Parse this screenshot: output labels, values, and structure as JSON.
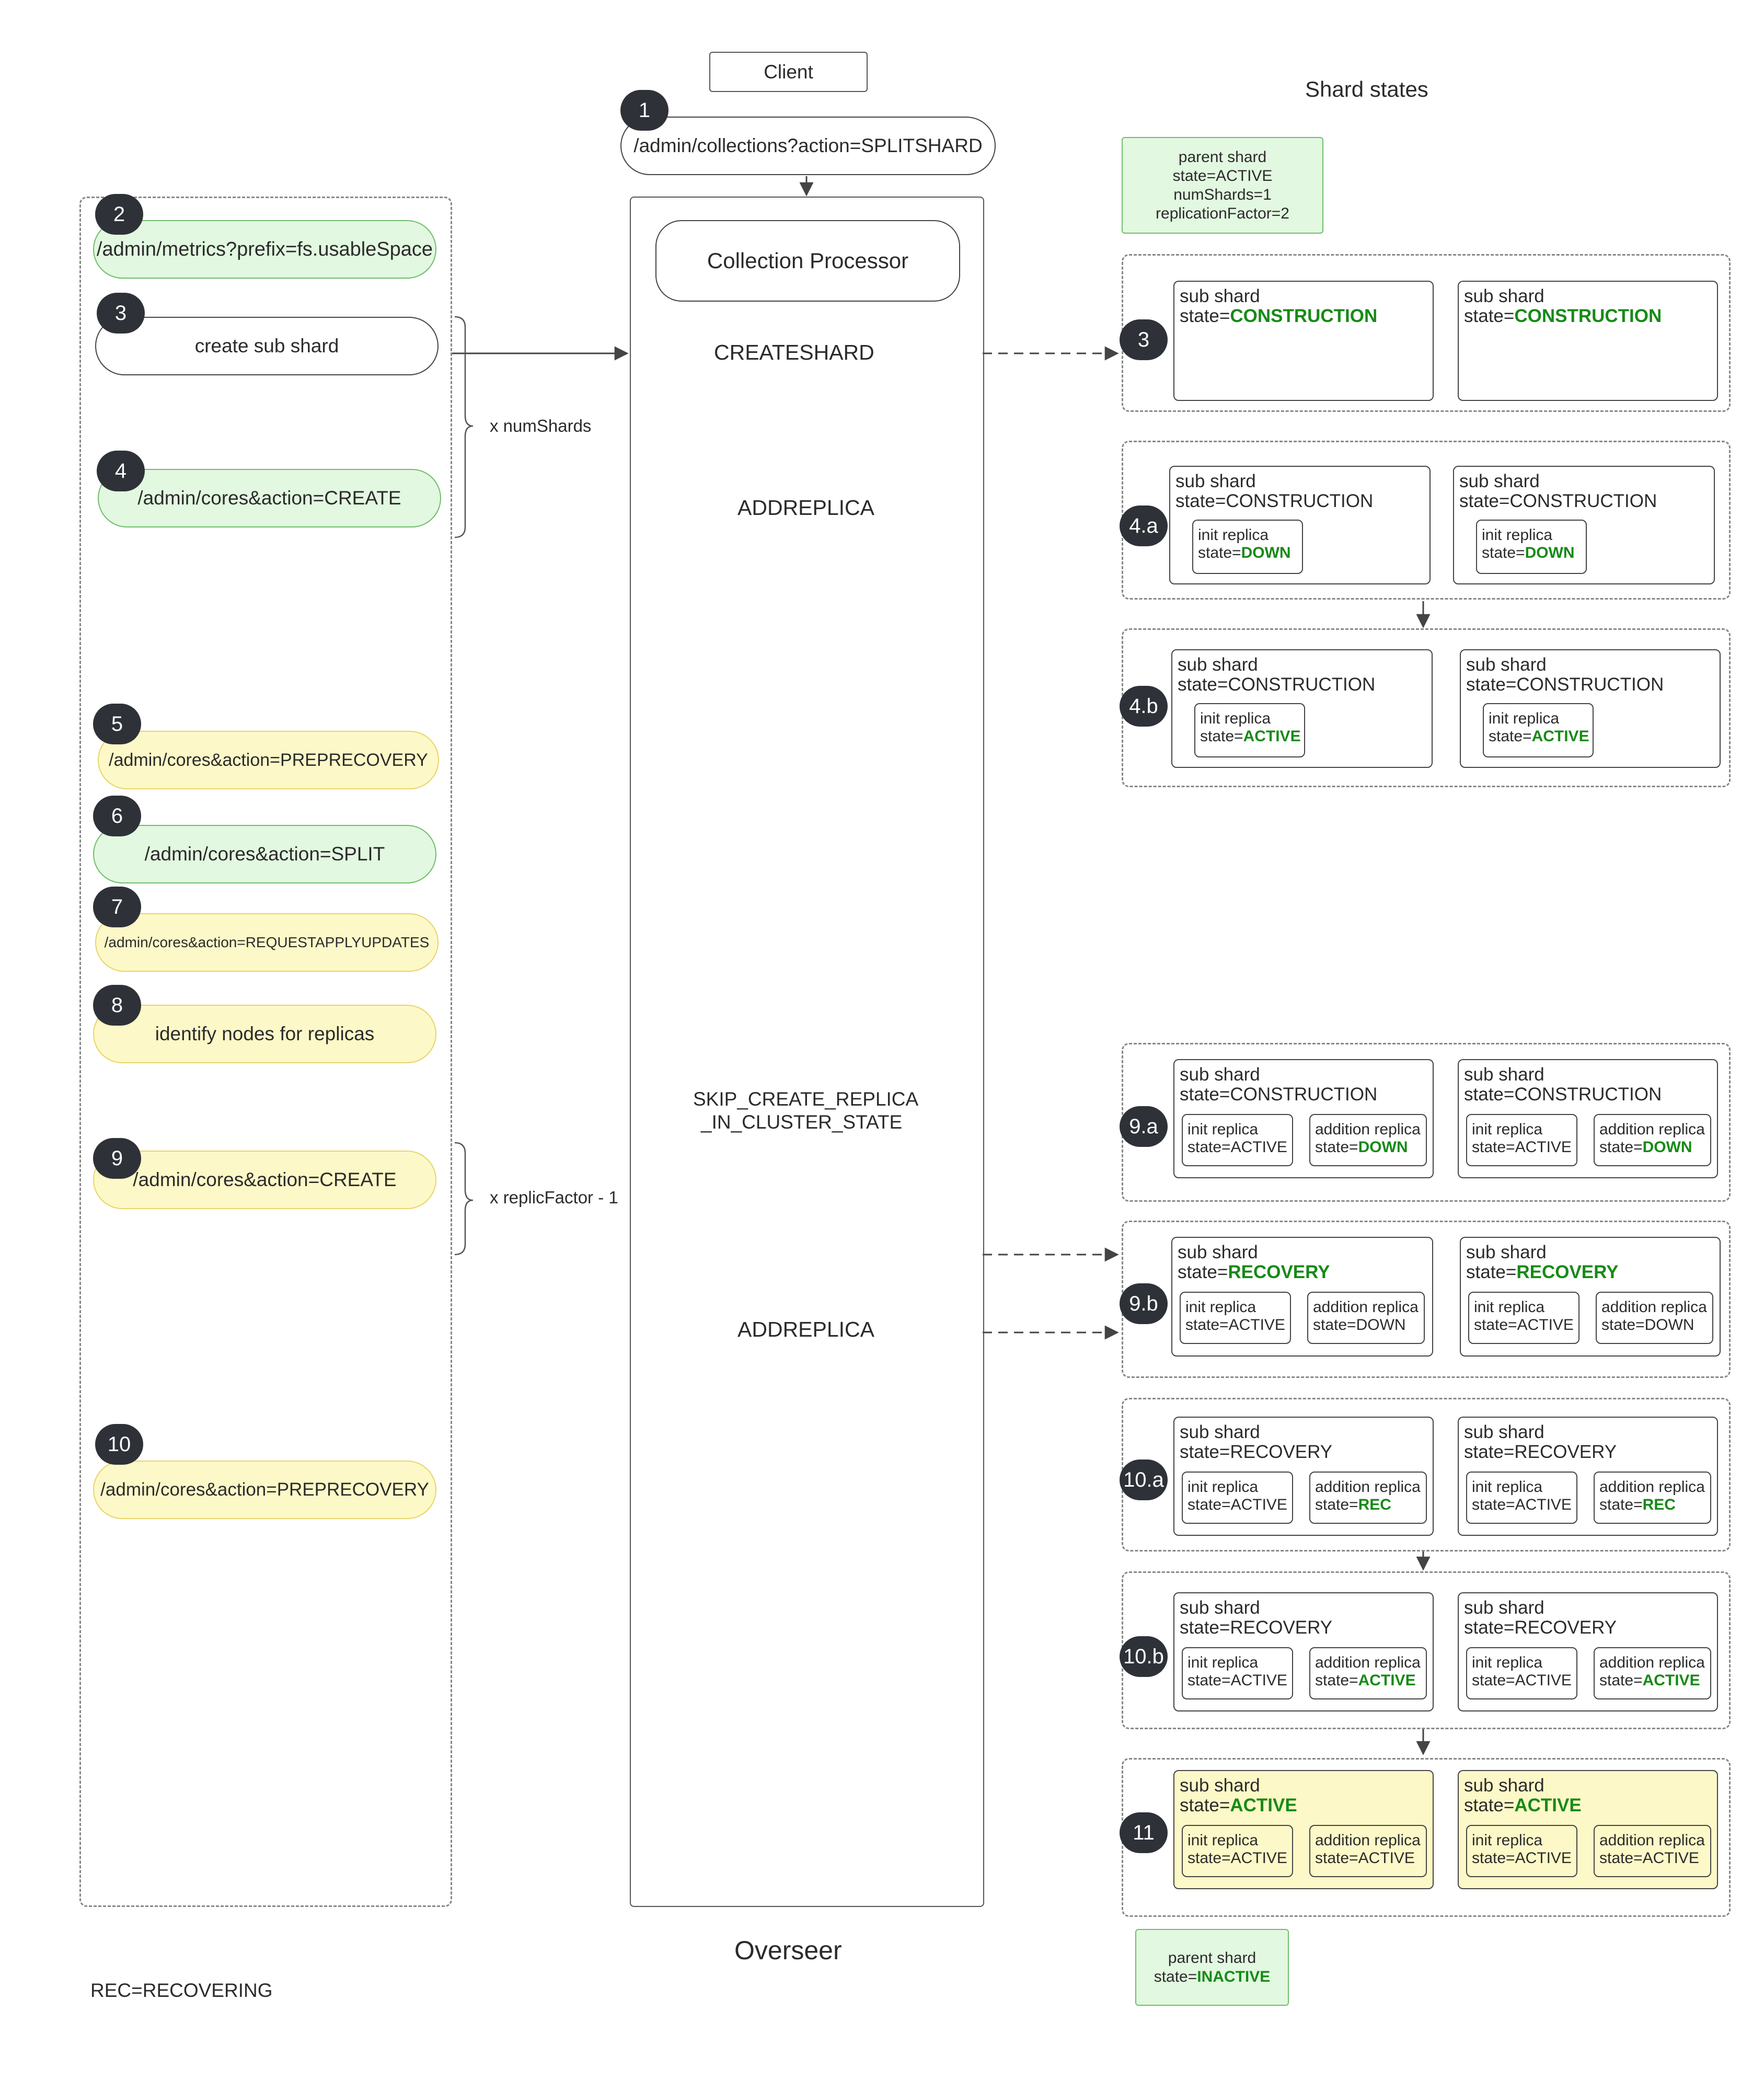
{
  "client": "Client",
  "shard_states_title": "Shard states",
  "overseer_label": "Overseer",
  "legend": "REC=RECOVERING",
  "request": {
    "badge": "1",
    "label": "/admin/collections?action=SPLITSHARD"
  },
  "collection_processor": "Collection Processor",
  "overseer_ops": {
    "createshard": "CREATESHARD",
    "addreplica1": "ADDREPLICA",
    "skip_line1": "SKIP_CREATE_REPLICA",
    "skip_line2": "_IN_CLUSTER_STATE",
    "addreplica2": "ADDREPLICA"
  },
  "braces": {
    "num_shards": "x numShards",
    "replic_factor": "x replicFactor - 1"
  },
  "steps": [
    {
      "badge": "2",
      "label": "/admin/metrics?prefix=fs.usableSpace",
      "color": "green"
    },
    {
      "badge": "3",
      "label": "create sub shard",
      "color": "white"
    },
    {
      "badge": "4",
      "label": "/admin/cores&action=CREATE",
      "color": "green"
    },
    {
      "badge": "5",
      "label": "/admin/cores&action=PREPRECOVERY",
      "color": "yellow"
    },
    {
      "badge": "6",
      "label": "/admin/cores&action=SPLIT",
      "color": "green"
    },
    {
      "badge": "7",
      "label": "/admin/cores&action=REQUESTAPPLYUPDATES",
      "color": "yellow"
    },
    {
      "badge": "8",
      "label": "identify nodes for replicas",
      "color": "yellow"
    },
    {
      "badge": "9",
      "label": "/admin/cores&action=CREATE",
      "color": "yellow"
    },
    {
      "badge": "10",
      "label": "/admin/cores&action=PREPRECOVERY",
      "color": "yellow"
    }
  ],
  "parent_shard_top": {
    "l1": "parent shard",
    "l2": "state=ACTIVE",
    "l3": "numShards=1",
    "l4": "replicationFactor=2"
  },
  "parent_shard_bottom": {
    "l1": "parent shard",
    "l2_prefix": "state=",
    "l2_value": "INACTIVE"
  },
  "states": [
    {
      "badge": "3",
      "shards": [
        {
          "title": "sub shard",
          "state_prefix": "state=",
          "state": "CONSTRUCTION",
          "highlight": true,
          "replicas": []
        },
        {
          "title": "sub shard",
          "state_prefix": "state=",
          "state": "CONSTRUCTION",
          "highlight": true,
          "replicas": []
        }
      ]
    },
    {
      "badge": "4.a",
      "shards": [
        {
          "title": "sub shard",
          "state_prefix": "state=",
          "state": "CONSTRUCTION",
          "highlight": false,
          "replicas": [
            {
              "title": "init replica",
              "state_prefix": "state=",
              "state": "DOWN",
              "highlight": true
            }
          ]
        },
        {
          "title": "sub shard",
          "state_prefix": "state=",
          "state": "CONSTRUCTION",
          "highlight": false,
          "replicas": [
            {
              "title": "init replica",
              "state_prefix": "state=",
              "state": "DOWN",
              "highlight": true
            }
          ]
        }
      ]
    },
    {
      "badge": "4.b",
      "shards": [
        {
          "title": "sub shard",
          "state_prefix": "state=",
          "state": "CONSTRUCTION",
          "highlight": false,
          "replicas": [
            {
              "title": "init replica",
              "state_prefix": "state=",
              "state": "ACTIVE",
              "highlight": true
            }
          ]
        },
        {
          "title": "sub shard",
          "state_prefix": "state=",
          "state": "CONSTRUCTION",
          "highlight": false,
          "replicas": [
            {
              "title": "init replica",
              "state_prefix": "state=",
              "state": "ACTIVE",
              "highlight": true
            }
          ]
        }
      ]
    },
    {
      "badge": "9.a",
      "shards": [
        {
          "title": "sub shard",
          "state_prefix": "state=",
          "state": "CONSTRUCTION",
          "highlight": false,
          "replicas": [
            {
              "title": "init replica",
              "state_prefix": "state=",
              "state": "ACTIVE",
              "highlight": false
            },
            {
              "title": "addition replica",
              "state_prefix": "state=",
              "state": "DOWN",
              "highlight": true
            }
          ]
        },
        {
          "title": "sub shard",
          "state_prefix": "state=",
          "state": "CONSTRUCTION",
          "highlight": false,
          "replicas": [
            {
              "title": "init replica",
              "state_prefix": "state=",
              "state": "ACTIVE",
              "highlight": false
            },
            {
              "title": "addition replica",
              "state_prefix": "state=",
              "state": "DOWN",
              "highlight": true
            }
          ]
        }
      ]
    },
    {
      "badge": "9.b",
      "shards": [
        {
          "title": "sub shard",
          "state_prefix": "state=",
          "state": "RECOVERY",
          "highlight": true,
          "replicas": [
            {
              "title": "init replica",
              "state_prefix": "state=",
              "state": "ACTIVE",
              "highlight": false
            },
            {
              "title": "addition replica",
              "state_prefix": "state=",
              "state": "DOWN",
              "highlight": false
            }
          ]
        },
        {
          "title": "sub shard",
          "state_prefix": "state=",
          "state": "RECOVERY",
          "highlight": true,
          "replicas": [
            {
              "title": "init replica",
              "state_prefix": "state=",
              "state": "ACTIVE",
              "highlight": false
            },
            {
              "title": "addition replica",
              "state_prefix": "state=",
              "state": "DOWN",
              "highlight": false
            }
          ]
        }
      ]
    },
    {
      "badge": "10.a",
      "shards": [
        {
          "title": "sub shard",
          "state_prefix": "state=",
          "state": "RECOVERY",
          "highlight": false,
          "replicas": [
            {
              "title": "init replica",
              "state_prefix": "state=",
              "state": "ACTIVE",
              "highlight": false
            },
            {
              "title": "addition replica",
              "state_prefix": "state=",
              "state": "REC",
              "highlight": true
            }
          ]
        },
        {
          "title": "sub shard",
          "state_prefix": "state=",
          "state": "RECOVERY",
          "highlight": false,
          "replicas": [
            {
              "title": "init replica",
              "state_prefix": "state=",
              "state": "ACTIVE",
              "highlight": false
            },
            {
              "title": "addition replica",
              "state_prefix": "state=",
              "state": "REC",
              "highlight": true
            }
          ]
        }
      ]
    },
    {
      "badge": "10.b",
      "shards": [
        {
          "title": "sub shard",
          "state_prefix": "state=",
          "state": "RECOVERY",
          "highlight": false,
          "replicas": [
            {
              "title": "init replica",
              "state_prefix": "state=",
              "state": "ACTIVE",
              "highlight": false
            },
            {
              "title": "addition replica",
              "state_prefix": "state=",
              "state": "ACTIVE",
              "highlight": true
            }
          ]
        },
        {
          "title": "sub shard",
          "state_prefix": "state=",
          "state": "RECOVERY",
          "highlight": false,
          "replicas": [
            {
              "title": "init replica",
              "state_prefix": "state=",
              "state": "ACTIVE",
              "highlight": false
            },
            {
              "title": "addition replica",
              "state_prefix": "state=",
              "state": "ACTIVE",
              "highlight": true
            }
          ]
        }
      ]
    },
    {
      "badge": "11",
      "shards": [
        {
          "title": "sub shard",
          "state_prefix": "state=",
          "state": "ACTIVE",
          "highlight": true,
          "replicas": [
            {
              "title": "init replica",
              "state_prefix": "state=",
              "state": "ACTIVE",
              "highlight": false
            },
            {
              "title": "addition replica",
              "state_prefix": "state=",
              "state": "ACTIVE",
              "highlight": false
            }
          ]
        },
        {
          "title": "sub shard",
          "state_prefix": "state=",
          "state": "ACTIVE",
          "highlight": true,
          "replicas": [
            {
              "title": "init replica",
              "state_prefix": "state=",
              "state": "ACTIVE",
              "highlight": false
            },
            {
              "title": "addition replica",
              "state_prefix": "state=",
              "state": "ACTIVE",
              "highlight": false
            }
          ]
        }
      ]
    }
  ]
}
